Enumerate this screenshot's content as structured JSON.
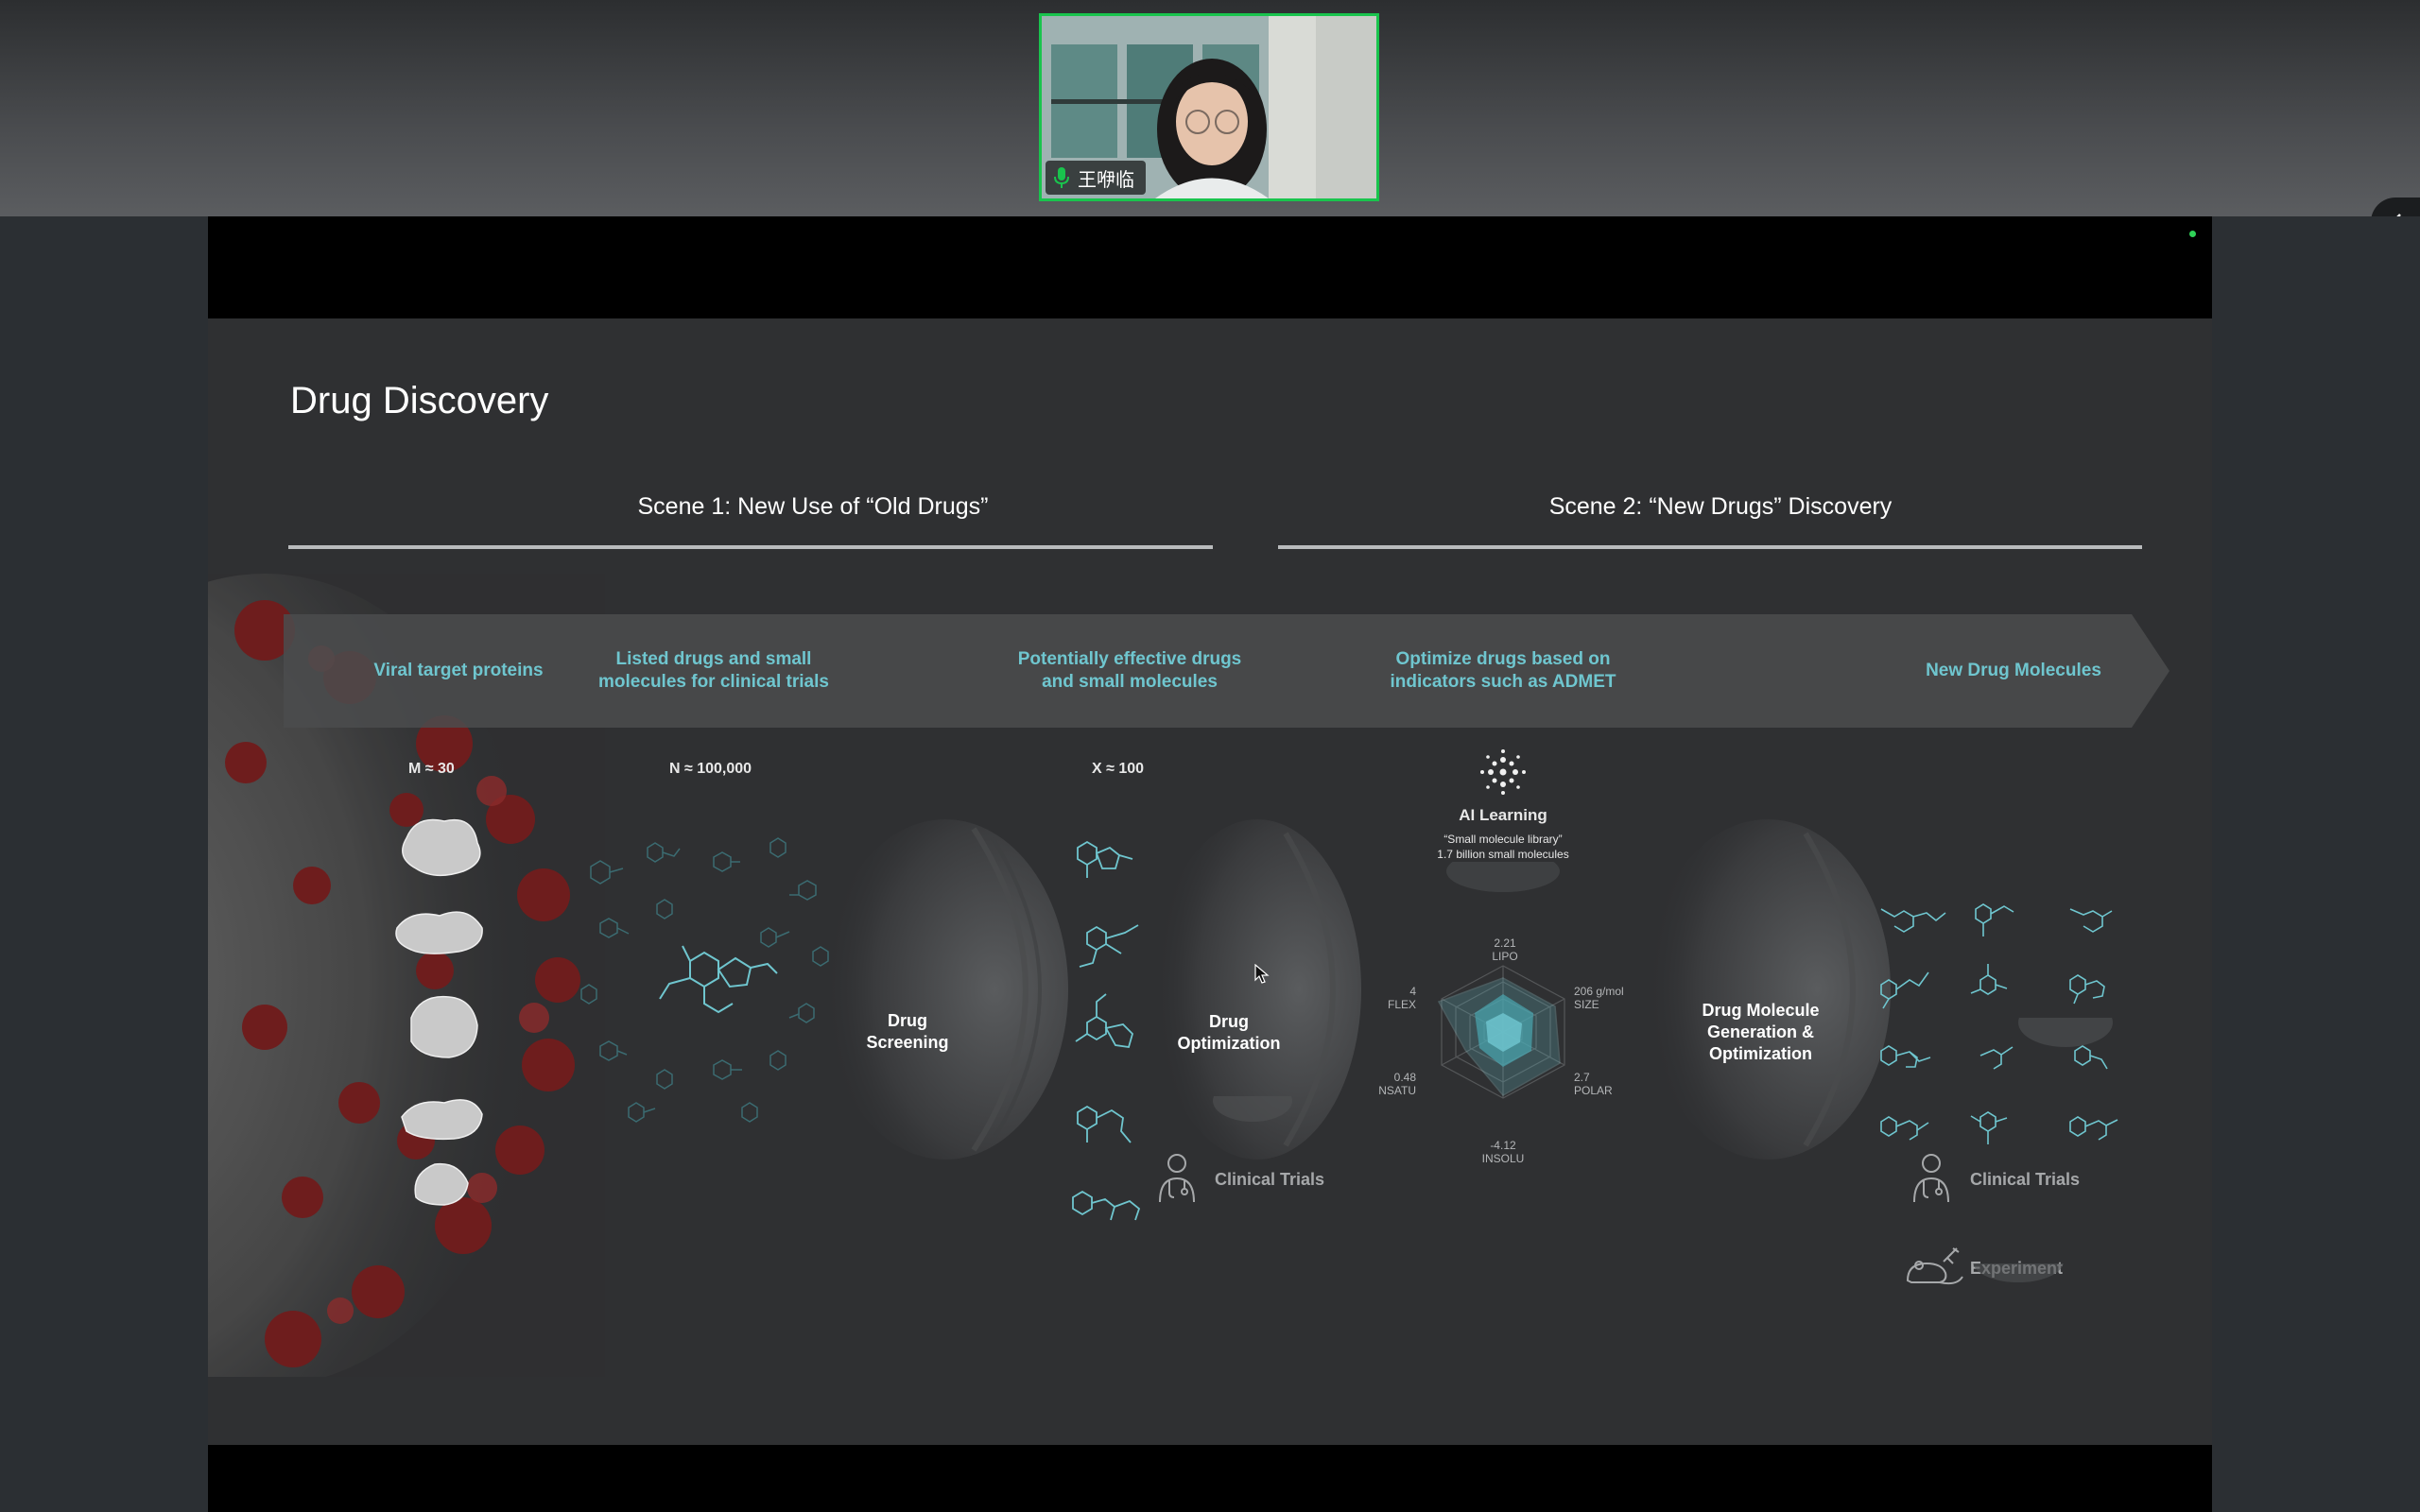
{
  "meeting": {
    "participant_name": "王咿临",
    "accent_color": "#19c44d",
    "toggle_icon": "chevron-left-icon"
  },
  "slide": {
    "title": "Drug Discovery",
    "scene1": "Scene 1: New Use of “Old Drugs”",
    "scene2": "Scene 2: “New Drugs” Discovery",
    "stages": {
      "viral": "Viral target proteins",
      "listed_1": "Listed drugs and small",
      "listed_2": "molecules for clinical trials",
      "potential_1": "Potentially effective drugs",
      "potential_2": "and small molecules",
      "optimize_1": "Optimize drugs based on",
      "optimize_2": "indicators such as ADMET",
      "new": "New Drug Molecules"
    },
    "counts": {
      "m": "M ≈ 30",
      "n": "N ≈ 100,000",
      "x": "X ≈ 100"
    },
    "lenses": {
      "screening_1": "Drug",
      "screening_2": "Screening",
      "optimization_1": "Drug",
      "optimization_2": "Optimization",
      "generation_1": "Drug Molecule",
      "generation_2": "Generation &",
      "generation_3": "Optimization"
    },
    "ai": {
      "title": "AI Learning",
      "line1": "“Small molecule library”",
      "line2": "1.7 billion small molecules"
    },
    "radar": {
      "lipo_value": "2.21",
      "lipo": "LIPO",
      "size_value": "206 g/mol",
      "size": "SIZE",
      "polar_value": "2.7",
      "polar": "POLAR",
      "insolu_value": "-4.12",
      "insolu": "INSOLU",
      "nsatu_value": "0.48",
      "nsatu": "NSATU",
      "flex_value": "4",
      "flex": "FLEX"
    },
    "bottom": {
      "clinical_1": "Clinical Trials",
      "experiment": "Experiment",
      "clinical_2": "Clinical Trials"
    },
    "colors": {
      "teal": "#6fc6cf",
      "background": "#2f3032",
      "virus_red": "#8b1d1d"
    }
  }
}
